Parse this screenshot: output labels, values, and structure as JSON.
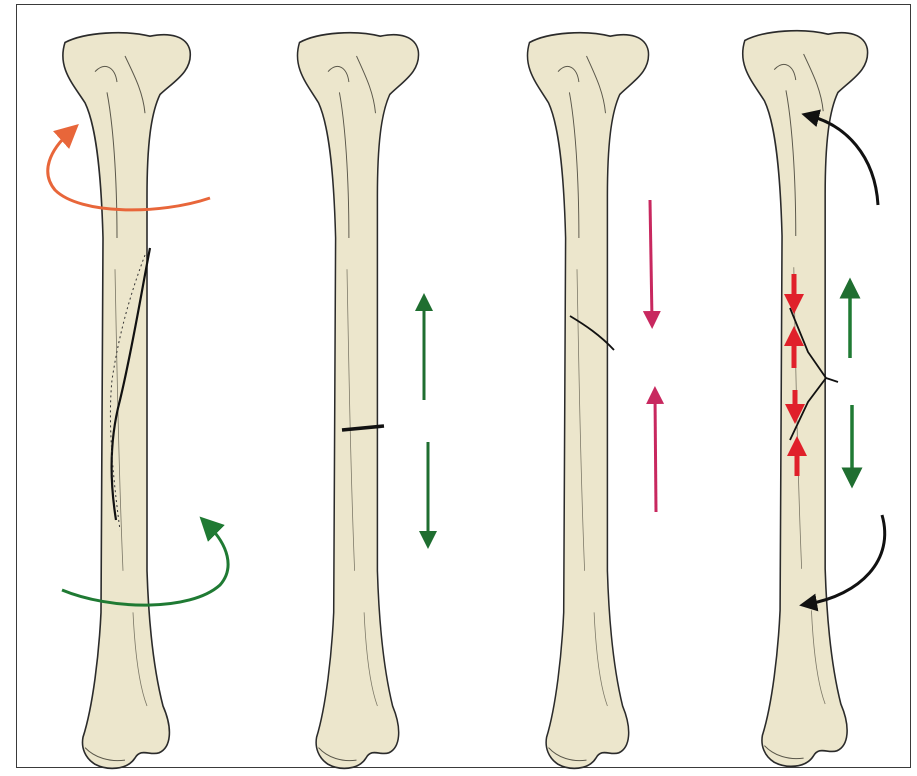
{
  "figure": {
    "panels": [
      {
        "id": "torsion"
      },
      {
        "id": "tension"
      },
      {
        "id": "compression"
      },
      {
        "id": "bending"
      }
    ]
  },
  "colors": {
    "frame_border": "#3a3a3a",
    "bone_fill": "#ece6cc",
    "bone_outline": "#2b2b2b",
    "bone_detail": "#5a574a",
    "fracture_line": "#111111",
    "torsion_arrow_top": "#e8663a",
    "torsion_arrow_bottom": "#1f7a33",
    "tension_arrows": "#1f6e30",
    "compression_arrows": "#c8285f",
    "bending_outer_arrows": "#111111",
    "bending_small_arrows": "#e0202a",
    "bending_side_arrows": "#1f7a33"
  }
}
